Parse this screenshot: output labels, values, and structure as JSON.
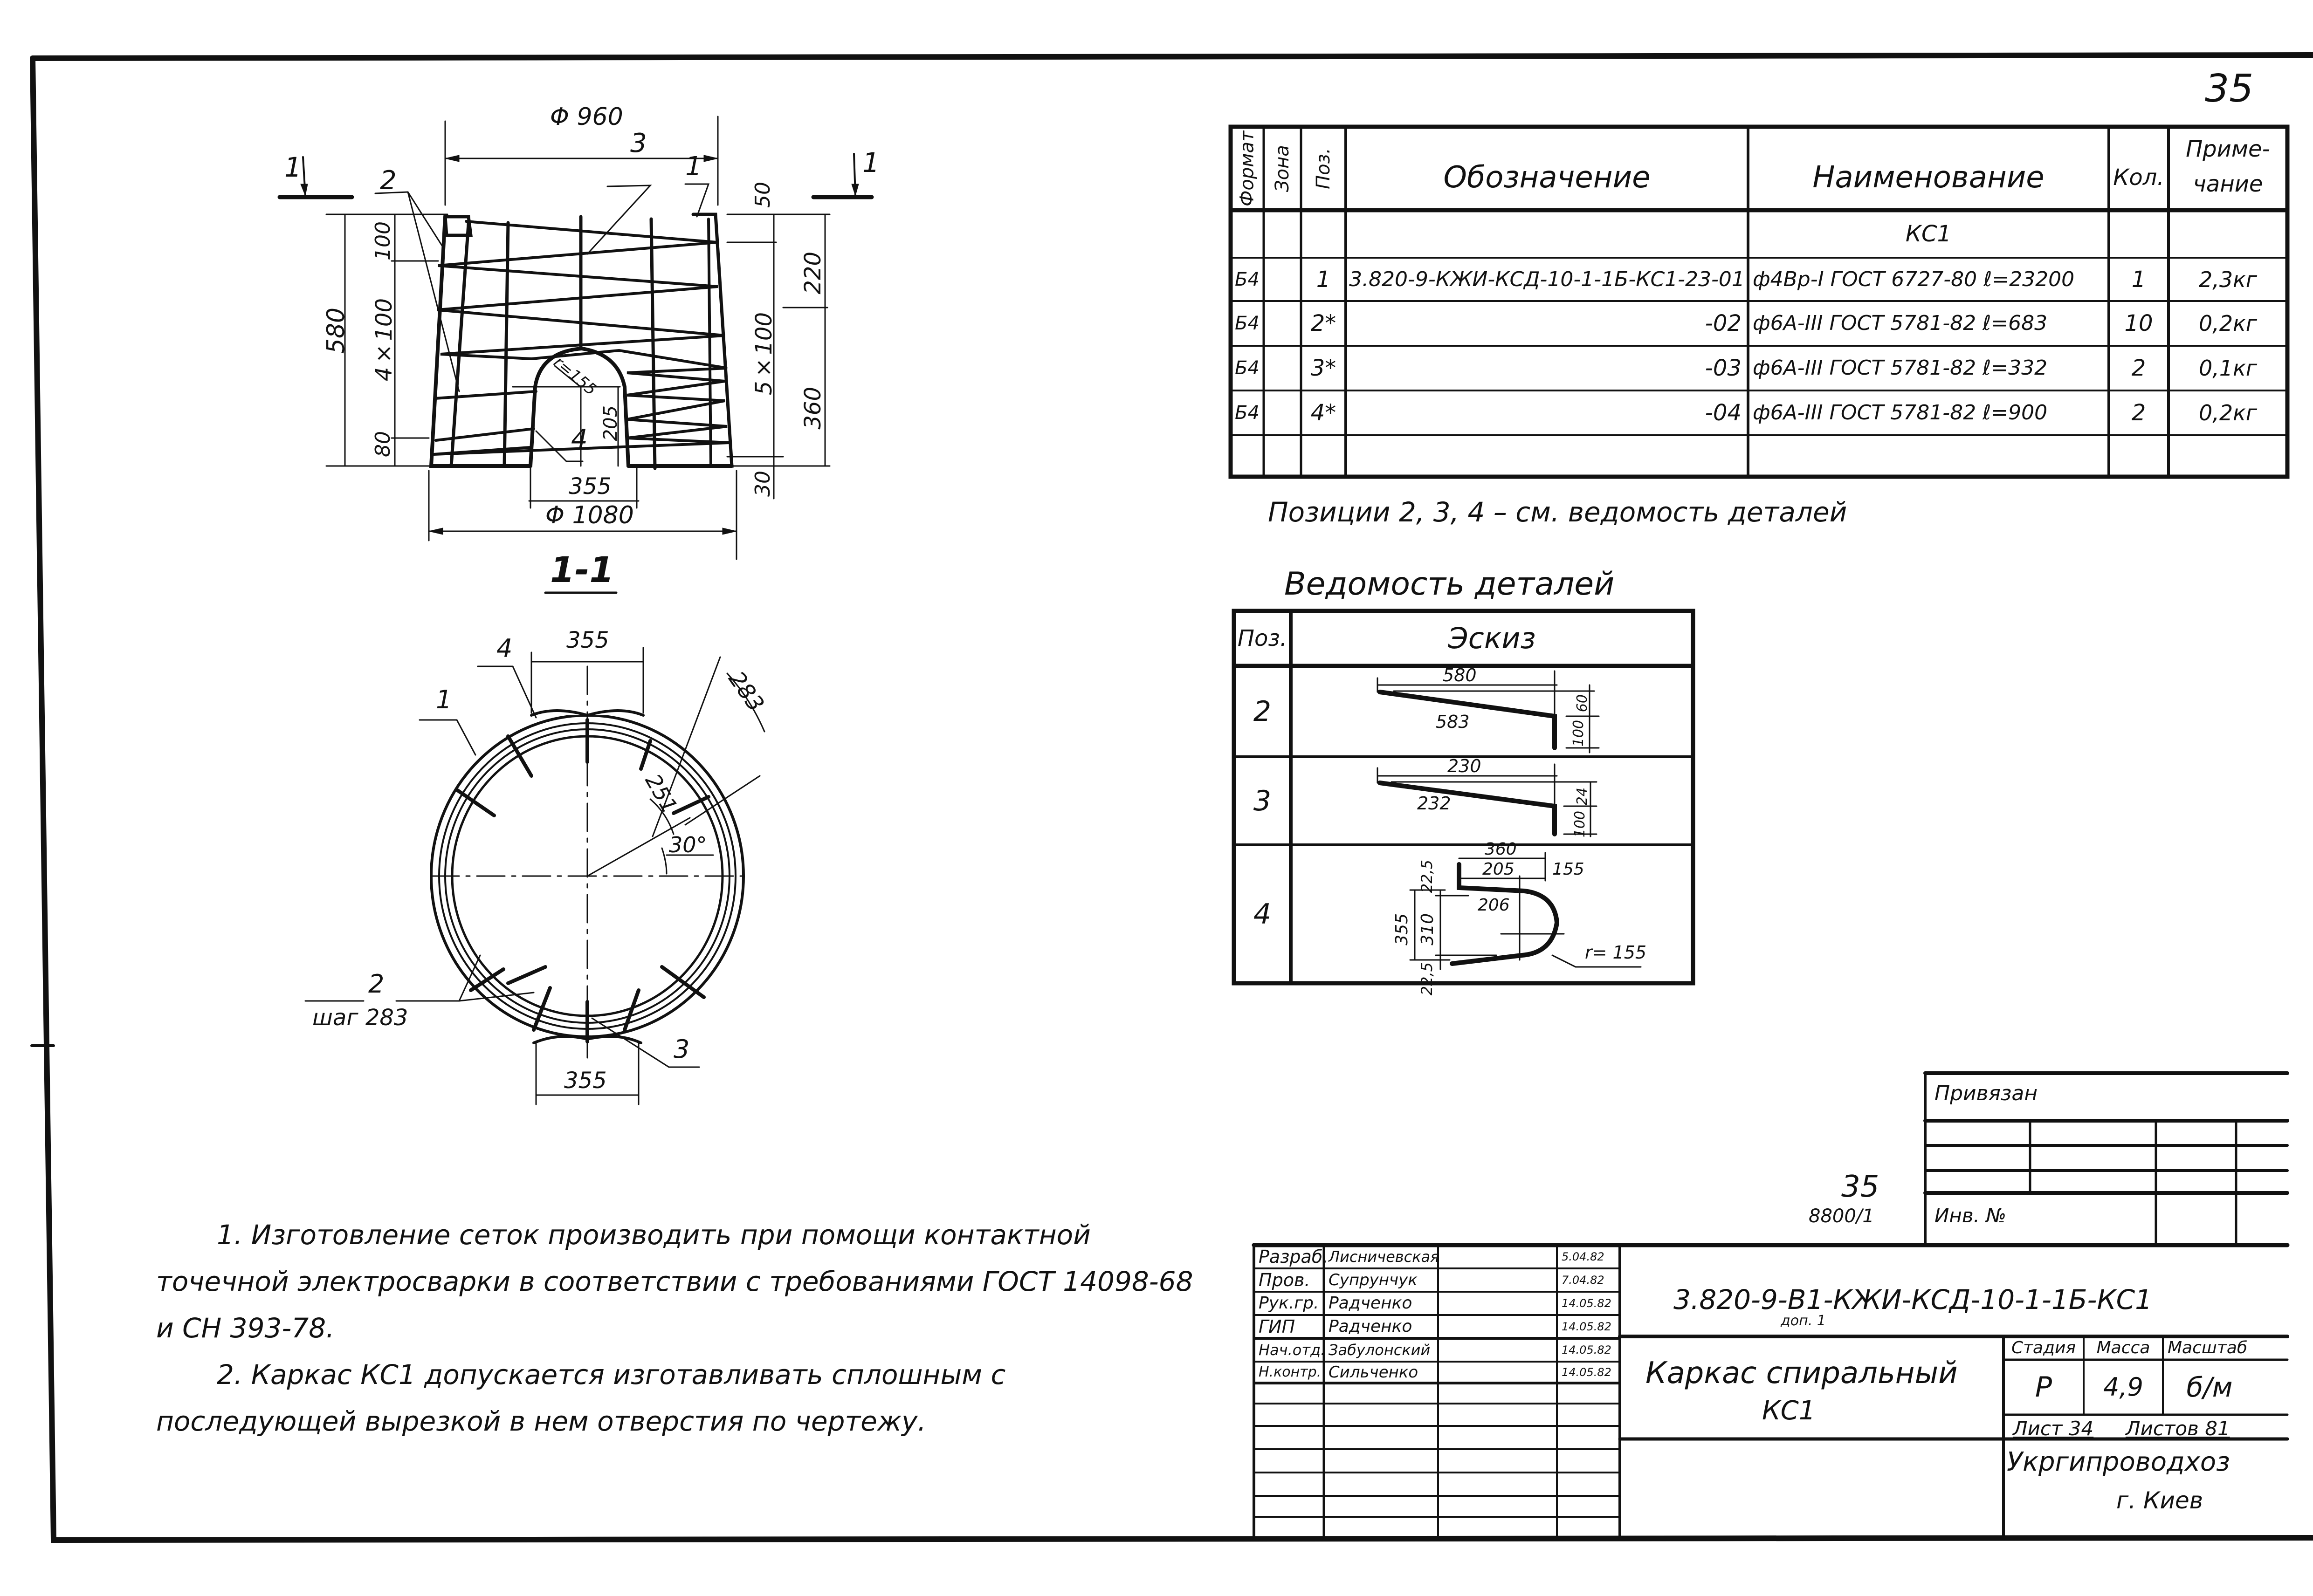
{
  "sheet": {
    "number_top": "35",
    "stamp_number": "35",
    "stamp_sub": "8800/1"
  },
  "plan_view": {
    "dims": {
      "top_diameter": "Φ 960",
      "bottom_diameter": "Φ 1080",
      "height_total": "580",
      "top_offset": "100",
      "spacing_left": "4×100",
      "bottom_offset": "80",
      "top_right": "50",
      "spacing_right": "5×100",
      "bottom_right": "30",
      "upper_right": "220",
      "lower_right": "360",
      "opening_width": "355",
      "opening_height": "205",
      "radius": "r=155"
    },
    "section_marks": [
      "1",
      "1"
    ],
    "callouts": [
      "2",
      "3",
      "1",
      "4"
    ]
  },
  "section_view": {
    "title": "1-1",
    "dims": {
      "top_width": "355",
      "bottom_width": "355",
      "arc_step": "283",
      "arc_inner": "251",
      "angle": "30°"
    },
    "callouts": [
      "4",
      "1",
      "2",
      "3"
    ],
    "pitch_label": "шаг 283"
  },
  "spec_table": {
    "headers": {
      "format": "Формат",
      "zone": "Зона",
      "pos": "Поз.",
      "designation": "Обозначение",
      "name": "Наименование",
      "qty": "Кол.",
      "note_line1": "Приме-",
      "note_line2": "чание"
    },
    "group_title": "КС1",
    "rows": [
      {
        "format": "Б4",
        "zone": "",
        "pos": "1",
        "designation": "3.820-9-КЖИ-КСД-10-1-1Б-КС1-23-01",
        "name": "ф4Вр-I ГОСТ 6727-80  ℓ=23200",
        "qty": "1",
        "note": "2,3кг"
      },
      {
        "format": "Б4",
        "zone": "",
        "pos": "2*",
        "designation": "-02",
        "name": "ф6А-III ГОСТ 5781-82  ℓ=683",
        "qty": "10",
        "note": "0,2кг"
      },
      {
        "format": "Б4",
        "zone": "",
        "pos": "3*",
        "designation": "-03",
        "name": "ф6А-III ГОСТ 5781-82  ℓ=332",
        "qty": "2",
        "note": "0,1кг"
      },
      {
        "format": "Б4",
        "zone": "",
        "pos": "4*",
        "designation": "-04",
        "name": "ф6А-III ГОСТ 5781-82  ℓ=900",
        "qty": "2",
        "note": "0,2кг"
      }
    ],
    "footnote": "Позиции  2, 3, 4 – см. ведомость деталей"
  },
  "details_table": {
    "title": "Ведомость   деталей",
    "headers": {
      "pos": "Поз.",
      "sketch": "Эскиз"
    },
    "rows": [
      {
        "pos": "2",
        "dims": {
          "length": "580",
          "bar": "583",
          "rise": "100",
          "top": "60"
        }
      },
      {
        "pos": "3",
        "dims": {
          "length": "230",
          "bar": "232",
          "rise": "100",
          "top": "24"
        }
      },
      {
        "pos": "4",
        "dims": {
          "overall": "360",
          "straight": "205",
          "bend": "155",
          "bar": "206",
          "height": "355",
          "inner": "310",
          "top_off": "22,5",
          "bot_off": "22,5",
          "radius": "r= 155"
        }
      }
    ]
  },
  "notes": [
    "1. Изготовление сеток производить при помощи контактной точечной электросварки в соответствии с требованиями ГОСТ 14098-68 и СН 393-78.",
    "2. Каркас КС1 допускается изготавливать сплошным с последующей вырезкой в нем отверстия по чертежу."
  ],
  "title_block": {
    "linked_label": "Привязан",
    "inv_label": "Инв. №",
    "signatures": [
      {
        "role": "Разраб.",
        "name": "Лисничевская",
        "date": "5.04.82"
      },
      {
        "role": "Пров.",
        "name": "Супрунчук",
        "date": "7.04.82"
      },
      {
        "role": "Рук.гр.",
        "name": "Радченко",
        "date": "14.05.82"
      },
      {
        "role": "ГИП",
        "name": "Радченко",
        "date": "14.05.82"
      },
      {
        "role": "Нач.отд.",
        "name": "Забулонский",
        "date": "14.05.82"
      },
      {
        "role": "Н.контр.",
        "name": "Сильченко",
        "date": "14.05.82"
      }
    ],
    "document_code": "3.820-9-В1-КЖИ-КСД-10-1-1Б-КС1",
    "document_code_sub": "доп. 1",
    "product_name_line1": "Каркас спиральный",
    "product_name_line2": "КС1",
    "stage_label": "Стадия",
    "mass_label": "Масса",
    "scale_label": "Масштаб",
    "stage_value": "Р",
    "mass_value": "4,9",
    "scale_value": "б/м",
    "sheet_label": "Лист 34",
    "sheets_label": "Листов 81",
    "organization": "Укргипроводхоз",
    "city": "г. Киев"
  }
}
